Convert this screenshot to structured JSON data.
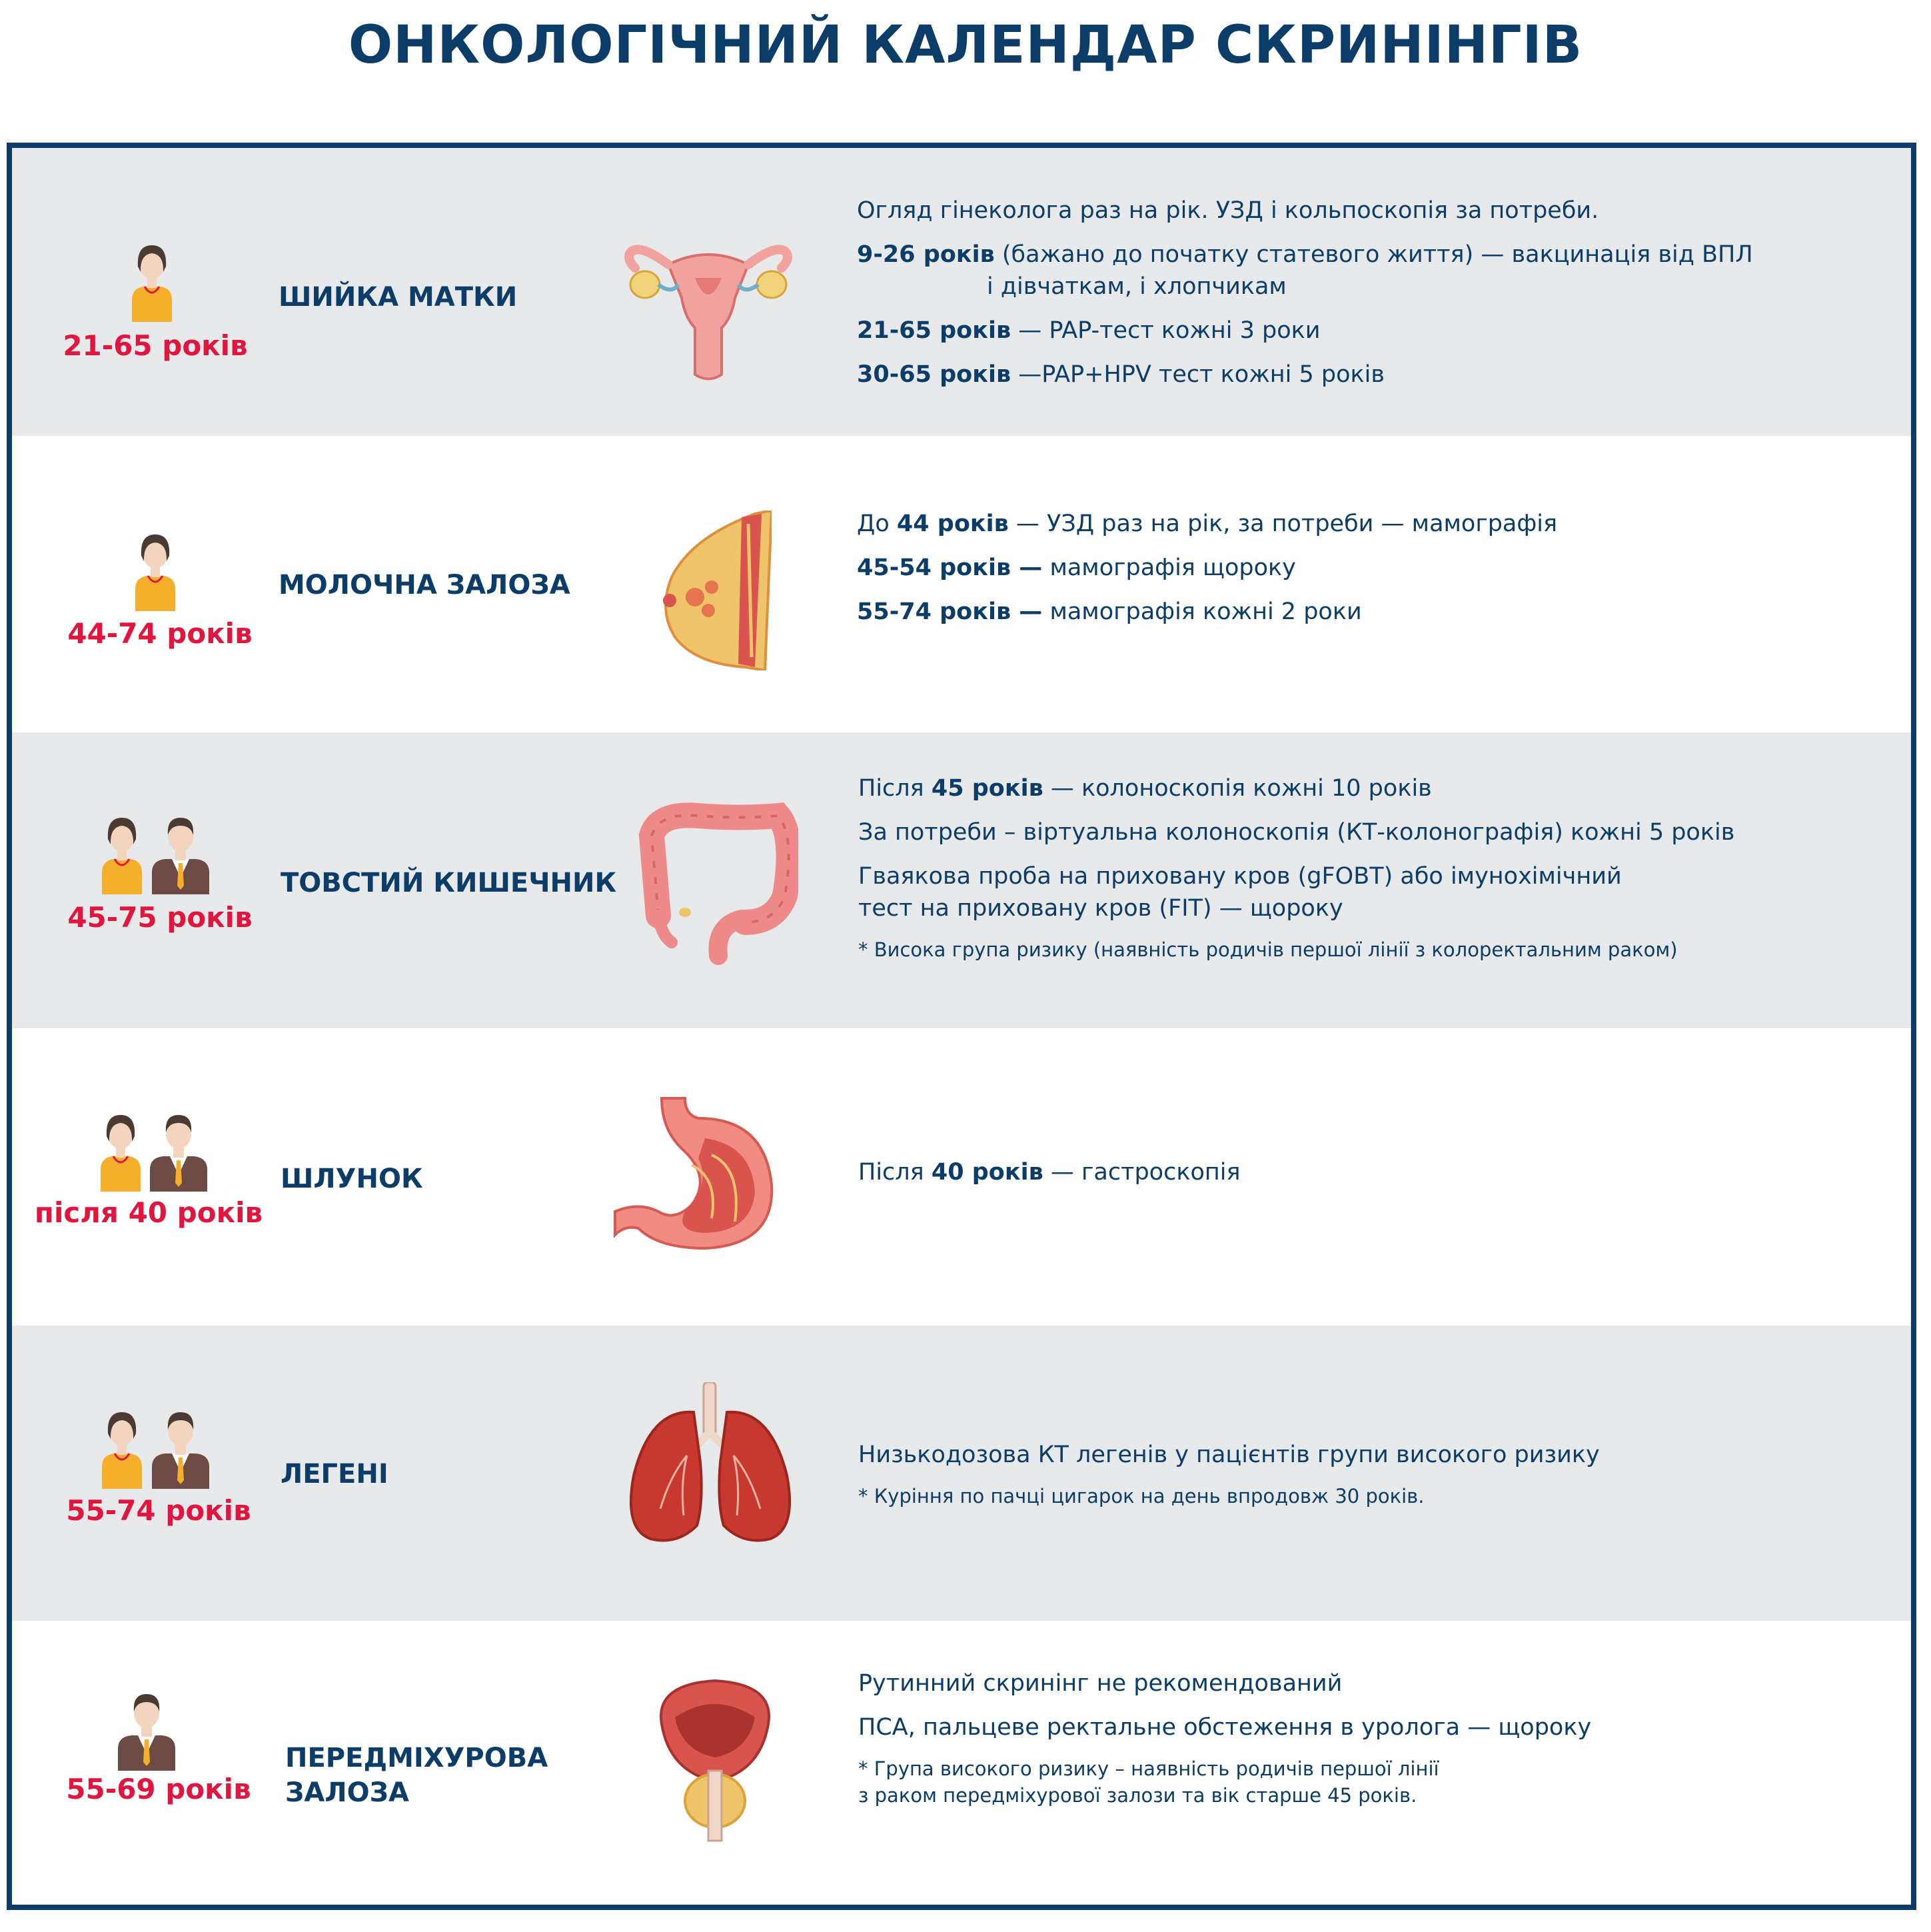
{
  "title": "ОНКОЛОГІЧНИЙ КАЛЕНДАР СКРИНІНГІВ",
  "colors": {
    "navy": "#0c3d68",
    "red": "#e0163f",
    "gray_band": "#e8e9eb"
  },
  "rows": [
    {
      "age": "21-65 років",
      "organ": "ШИЙКА МАТКИ",
      "people_icons": [
        "woman-icon"
      ],
      "organ_icon": "uterus-icon",
      "lines": [
        {
          "text": "Огляд гінеколога раз на рік. УЗД і кольпоскопія за потреби."
        },
        {
          "bold": "9-26 років",
          "text": " (бажано до початку статевого життя) — вакцинація від ВПЛ"
        },
        {
          "text": "і дівчаткам, і хлопчикам"
        },
        {
          "bold": "21-65 років",
          "text": " — PAP-тест кожні 3 роки"
        },
        {
          "bold": "30-65 років",
          "text": " —PAP+HPV тест кожні 5 років"
        }
      ]
    },
    {
      "age": "44-74 років",
      "organ": "МОЛОЧНА ЗАЛОЗА",
      "people_icons": [
        "woman-icon"
      ],
      "organ_icon": "breast-icon",
      "lines": [
        {
          "pre": "До ",
          "bold": "44 років",
          "text": " — УЗД раз на рік, за потреби — мамографія"
        },
        {
          "bold": "45-54 років —",
          "text": " мамографія щороку"
        },
        {
          "bold": "55-74 років —",
          "text": " мамографія кожні 2 роки"
        }
      ]
    },
    {
      "age": "45-75 років",
      "organ": "ТОВСТИЙ КИШЕЧНИК",
      "people_icons": [
        "woman-icon",
        "man-icon"
      ],
      "organ_icon": "colon-icon",
      "lines": [
        {
          "pre": "Після ",
          "bold": "45 років",
          "text": " — колоноскопія кожні 10 років"
        },
        {
          "text": "За потреби – віртуальна колоноскопія (КТ-колонографія) кожні 5 років"
        },
        {
          "text": "Гваякова проба на приховану кров (gFOBT) або імунохімічний"
        },
        {
          "text": "тест на приховану кров (FIT) — щороку"
        },
        {
          "text": "* Висока група ризику (наявність родичів першої лінії з колоректальним раком)"
        }
      ]
    },
    {
      "age": "після 40 років",
      "organ": "ШЛУНОК",
      "people_icons": [
        "woman-icon",
        "man-icon"
      ],
      "organ_icon": "stomach-icon",
      "lines": [
        {
          "pre": "Після ",
          "bold": "40 років",
          "text": " — гастроскопія"
        }
      ]
    },
    {
      "age": "55-74 років",
      "organ": "ЛЕГЕНІ",
      "people_icons": [
        "woman-icon",
        "man-icon"
      ],
      "organ_icon": "lungs-icon",
      "lines": [
        {
          "text": "Низькодозова КТ легенів у пацієнтів групи високого ризику"
        },
        {
          "text": "* Куріння по пачці цигарок на день впродовж 30 років."
        }
      ]
    },
    {
      "age": "55-69 років",
      "organ": "ПЕРЕДМІХУРОВА",
      "organ_line2": "ЗАЛОЗА",
      "people_icons": [
        "man-icon"
      ],
      "organ_icon": "prostate-icon",
      "lines": [
        {
          "text": "Рутинний скринінг не рекомендований"
        },
        {
          "text": "ПСА, пальцеве ректальне обстеження в уролога — щороку"
        },
        {
          "text": "* Група високого ризику – наявність родичів першої лінії"
        },
        {
          "text": "з раком передміхурової залози та вік старше 45 років."
        }
      ]
    }
  ]
}
